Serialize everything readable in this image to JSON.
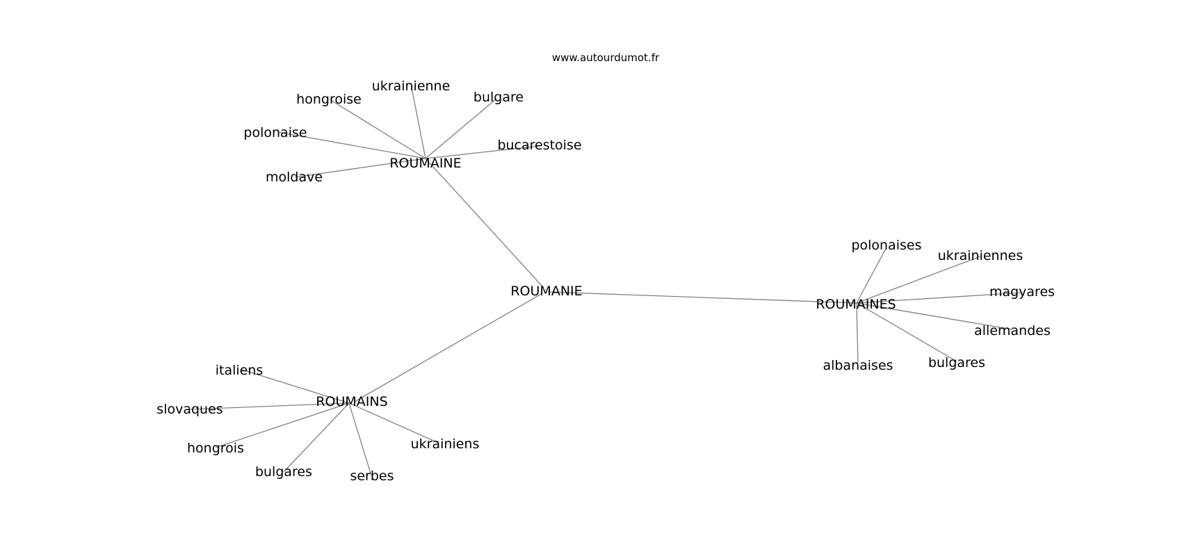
{
  "watermark": "www.autourdumot.fr",
  "graph": {
    "center": "ROUMANIE",
    "hubs": [
      {
        "label": "ROUMAINE",
        "leaves": [
          "hongroise",
          "ukrainienne",
          "bulgare",
          "polonaise",
          "bucarestoise",
          "moldave"
        ]
      },
      {
        "label": "ROUMAINES",
        "leaves": [
          "polonaises",
          "ukrainiennes",
          "magyares",
          "allemandes",
          "bulgares",
          "albanaises"
        ]
      },
      {
        "label": "ROUMAINS",
        "leaves": [
          "italiens",
          "slovaques",
          "hongrois",
          "bulgares",
          "serbes",
          "ukrainiens"
        ]
      }
    ]
  }
}
